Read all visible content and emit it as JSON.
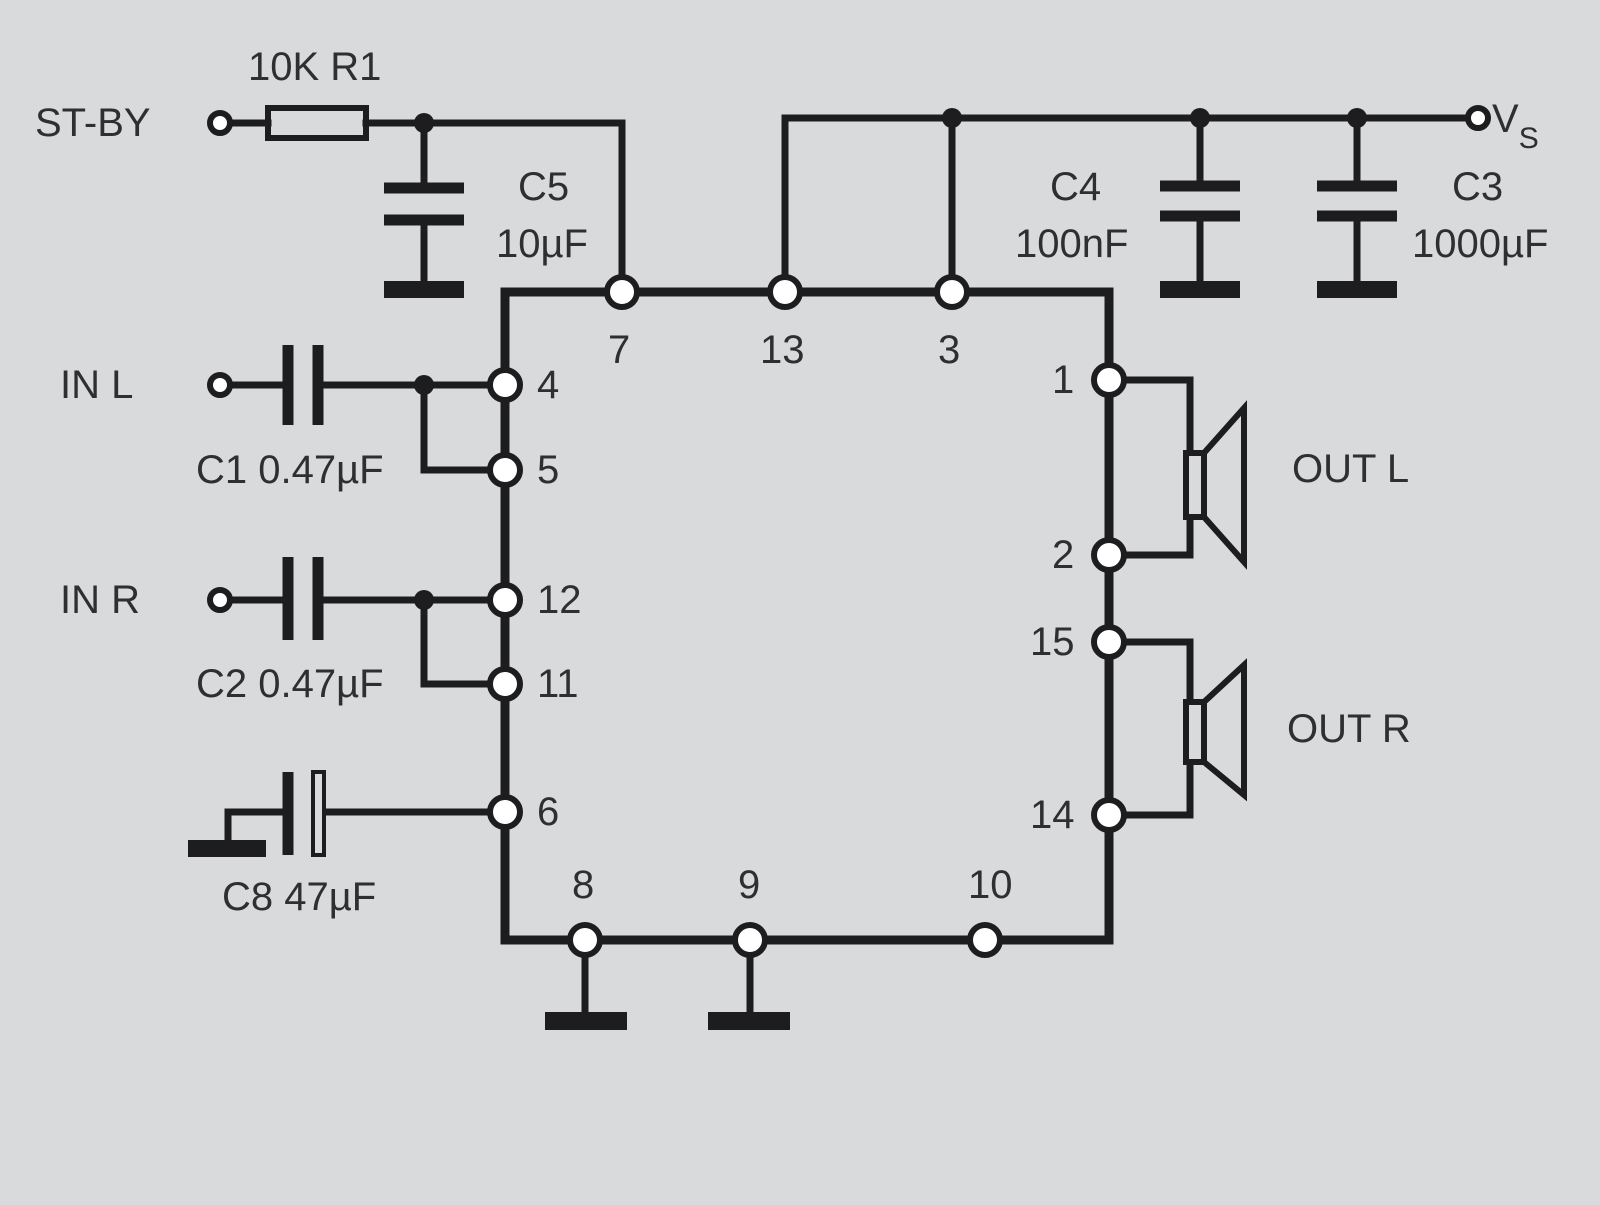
{
  "labels": {
    "st_by": "ST-BY",
    "vs_main": "V",
    "vs_sub": "S",
    "r1": "10K R1",
    "c5_name": "C5",
    "c5_value": "10µF",
    "c4_name": "C4",
    "c4_value": "100nF",
    "c3_name": "C3",
    "c3_value": "1000µF",
    "in_l": "IN L",
    "in_r": "IN R",
    "c1": "C1 0.47µF",
    "c2": "C2 0.47µF",
    "c8": "C8 47µF",
    "out_l": "OUT L",
    "out_r": "OUT R"
  },
  "pins": {
    "p7": "7",
    "p13": "13",
    "p3": "3",
    "p4": "4",
    "p5": "5",
    "p12": "12",
    "p11": "11",
    "p6": "6",
    "p1": "1",
    "p2": "2",
    "p15": "15",
    "p14": "14",
    "p8": "8",
    "p9": "9",
    "p10": "10"
  }
}
